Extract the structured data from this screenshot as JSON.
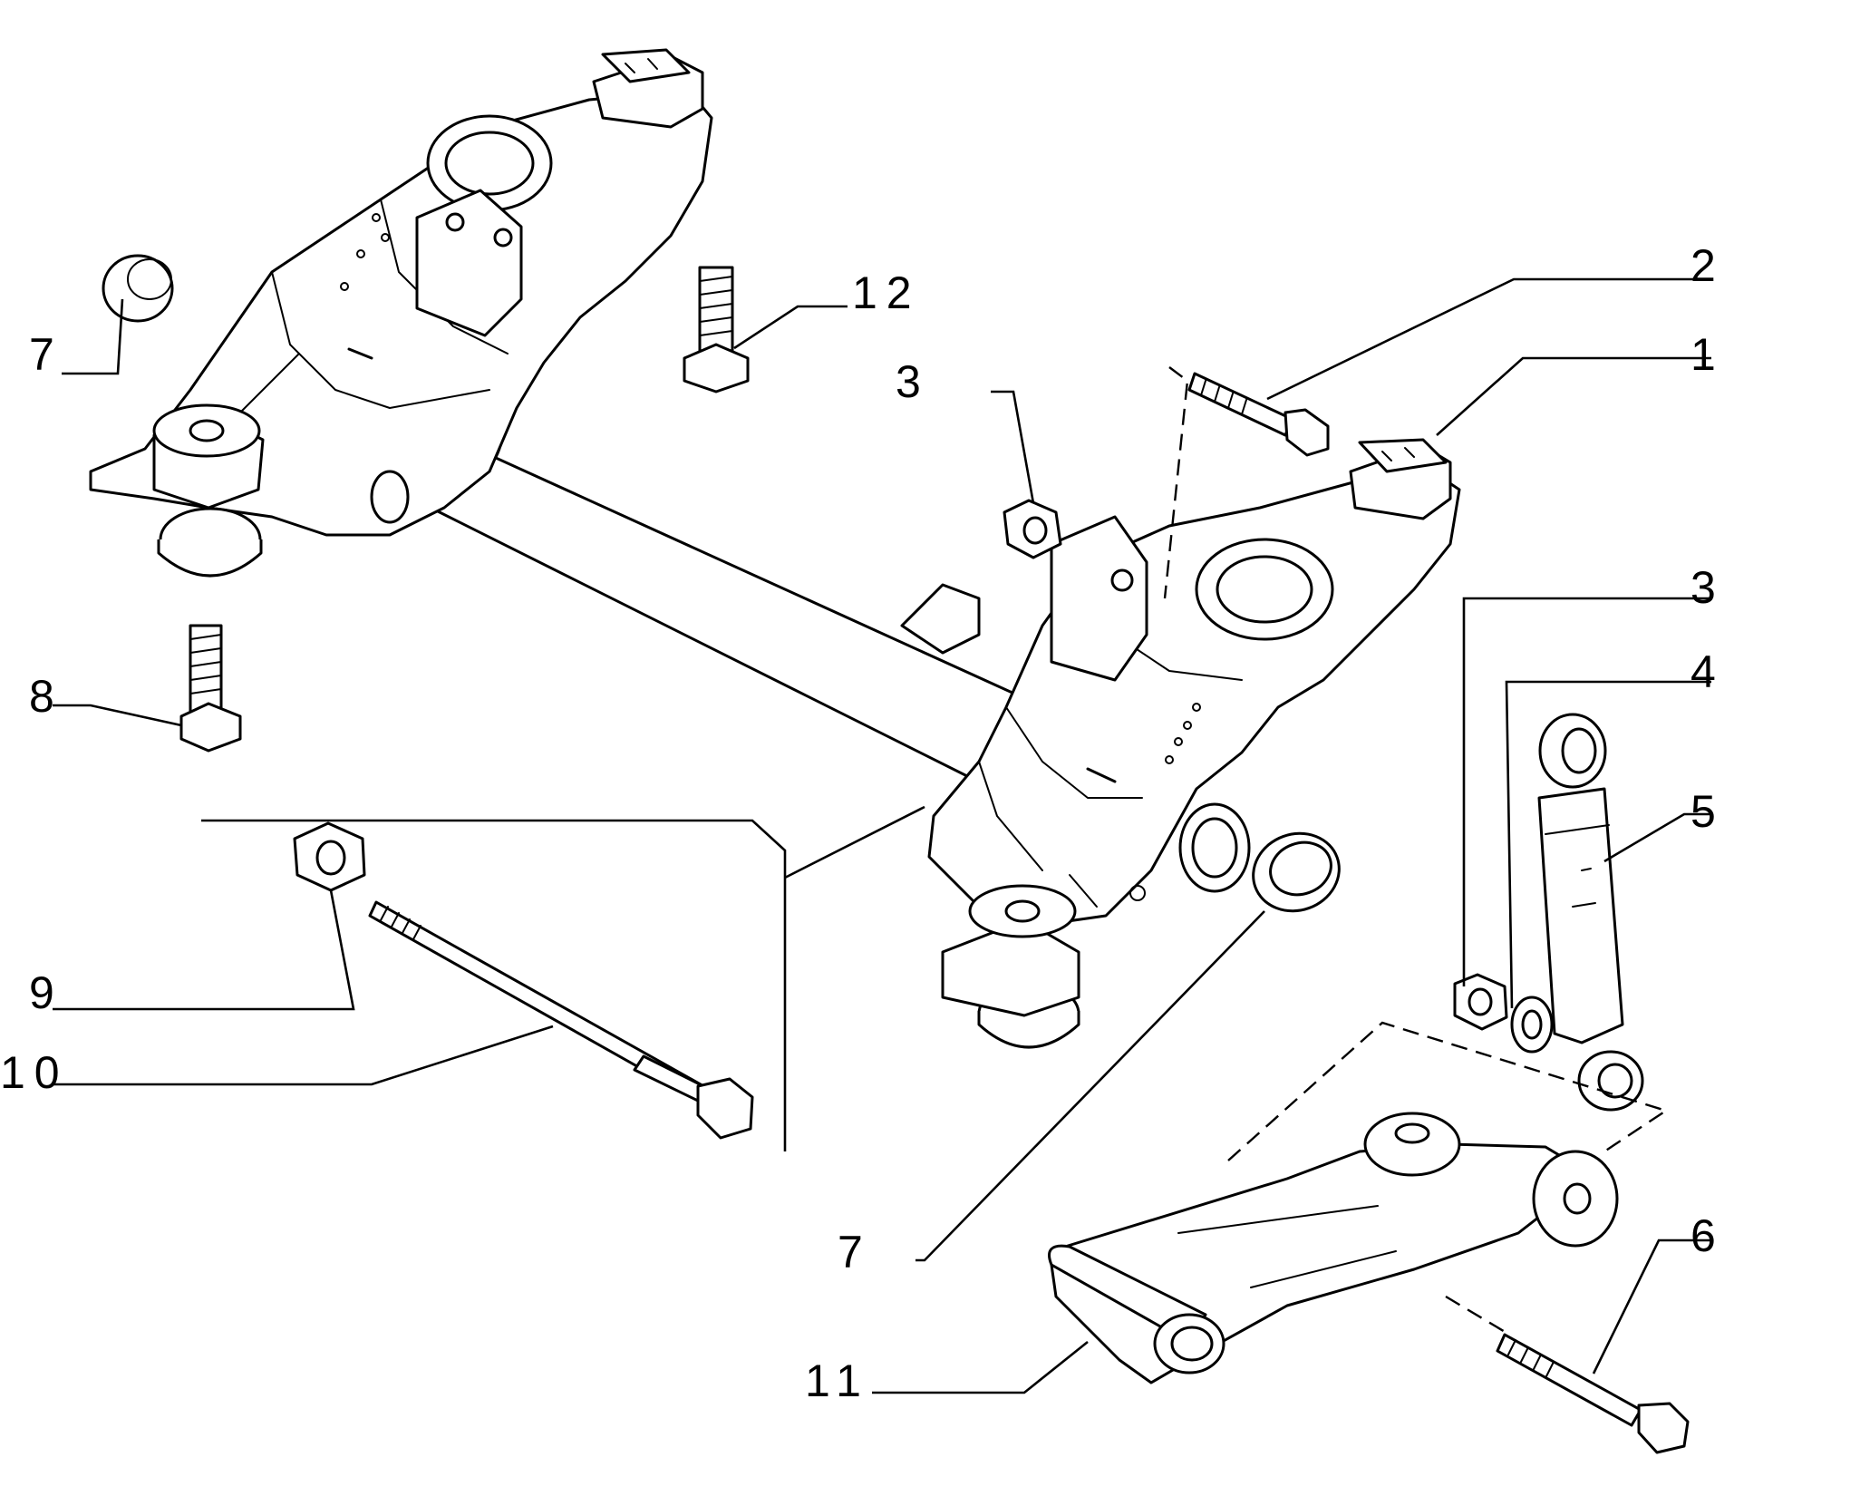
{
  "callouts": [
    {
      "id": "c1",
      "label": "1"
    },
    {
      "id": "c2",
      "label": "2"
    },
    {
      "id": "c3a",
      "label": "3"
    },
    {
      "id": "c3b",
      "label": "3"
    },
    {
      "id": "c4",
      "label": "4"
    },
    {
      "id": "c5",
      "label": "5"
    },
    {
      "id": "c6",
      "label": "6"
    },
    {
      "id": "c7a",
      "label": "7"
    },
    {
      "id": "c7b",
      "label": "7"
    },
    {
      "id": "c8",
      "label": "8"
    },
    {
      "id": "c9",
      "label": "9"
    },
    {
      "id": "c10",
      "label": "10"
    },
    {
      "id": "c11",
      "label": "11"
    },
    {
      "id": "c12",
      "label": "12"
    }
  ]
}
